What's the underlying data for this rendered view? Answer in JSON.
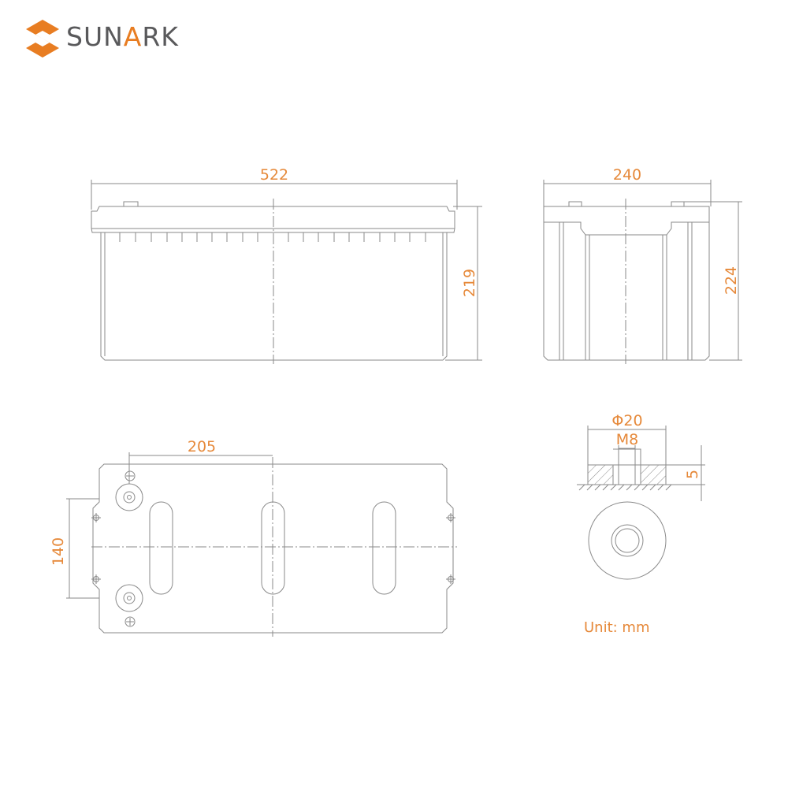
{
  "brand": {
    "prefix": "SUN",
    "accent": "A",
    "suffix": "RK",
    "accent_color": "#e87d22",
    "text_color": "#59595b"
  },
  "dimensions": {
    "front_length": "522",
    "front_height": "219",
    "side_width": "240",
    "side_height": "224",
    "terminal_spacing": "205",
    "mount_spacing": "140",
    "terminal_diameter": "Φ20",
    "thread": "M8",
    "terminal_depth": "5"
  },
  "unit_label": "Unit: mm",
  "colors": {
    "line": "#7a7a7a",
    "dimension": "#e6893a"
  }
}
